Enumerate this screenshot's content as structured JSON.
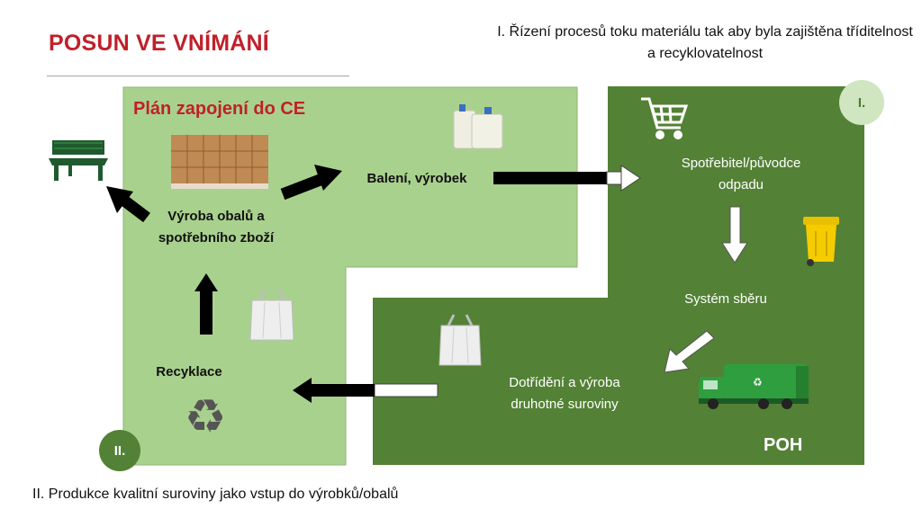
{
  "slide": {
    "title": "POSUN VE VNÍMÁNÍ",
    "note_top": "I. Řízení procesů toku materiálu tak aby byla zajištěna tříditelnost a recyklovatelnost",
    "note_bottom": "II. Produkce kvalitní suroviny jako vstup do výrobků/obalů"
  },
  "regions": {
    "plan_title": "Plán zapojení do CE",
    "badge_one": "I.",
    "badge_two": "II.",
    "poh_label": "POH"
  },
  "nodes": {
    "production": [
      "Výroba obalů a",
      "spotřebního zboží"
    ],
    "packaging": "Balení, výrobek",
    "consumer": [
      "Spotřebitel/původce",
      "odpadu"
    ],
    "collection": "Systém sběru",
    "sorting": [
      "Dotřídění a výroba",
      "druhotné suroviny"
    ],
    "recycling": "Recyklace"
  },
  "icons": {
    "bench": "bench-icon",
    "pallets": "pallets-icon",
    "canisters": "canisters-icon",
    "cart": "shopping-cart-icon",
    "bin": "wheelie-bin-icon",
    "truck": "garbage-truck-icon",
    "bigbag_left": "big-bag-icon",
    "bigbag_right": "big-bag-icon",
    "recycle": "recycle-icon"
  },
  "colors": {
    "light_green": "#a9d18e",
    "dark_green": "#538135",
    "accent_red": "#c0202a"
  }
}
